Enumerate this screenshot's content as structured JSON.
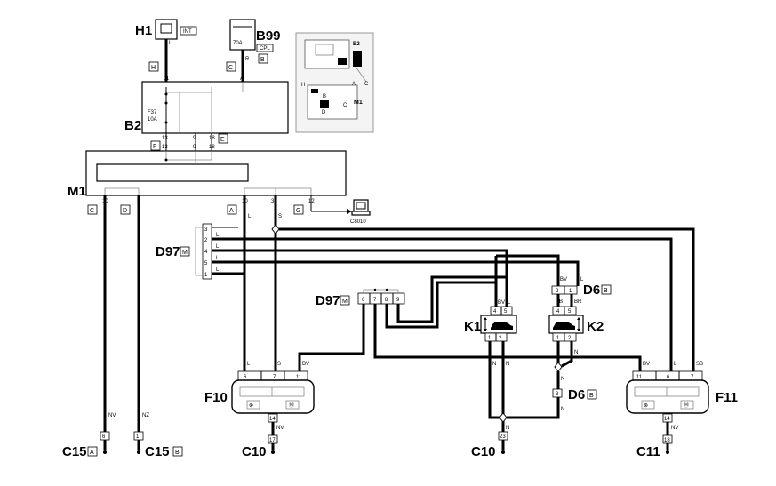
{
  "components": {
    "H1": {
      "label": "H1",
      "tag": "INT"
    },
    "B99": {
      "label": "B99",
      "fuse": "70A",
      "tag": "CPL",
      "conn": "B"
    },
    "B2": {
      "label": "B2",
      "fuse_id": "F37",
      "fuse_rating": "10A"
    },
    "M1": {
      "label": "M1",
      "diag_tool": "C8010"
    },
    "D97a": {
      "label": "D97",
      "conn": "M"
    },
    "D97b": {
      "label": "D97",
      "conn": "M"
    },
    "D6a": {
      "label": "D6",
      "conn": "B"
    },
    "D6b": {
      "label": "D6",
      "conn": "B"
    },
    "K1": {
      "label": "K1"
    },
    "K2": {
      "label": "K2"
    },
    "F10": {
      "label": "F10"
    },
    "F11": {
      "label": "F11"
    },
    "C15a": {
      "label": "C15",
      "conn": "A"
    },
    "C15b": {
      "label": "C15",
      "conn": "B"
    },
    "C10a": {
      "label": "C10"
    },
    "C10b": {
      "label": "C10"
    },
    "C11": {
      "label": "C11"
    }
  },
  "connectors": {
    "H": "H",
    "C": "C",
    "F": "F",
    "E": "E",
    "A": "A",
    "G": "G",
    "D": "D"
  },
  "pins": {
    "b2_top_left": "11",
    "b2_top_right": "A",
    "b2_bot": [
      "13",
      "9",
      "18"
    ],
    "m1_top": [
      "13",
      "9",
      "18"
    ],
    "m1_bot": [
      "10",
      "8",
      "10",
      "35",
      "12"
    ],
    "d97_side": [
      "3",
      "2",
      "4",
      "5",
      "1"
    ],
    "d97_top": [
      "6",
      "7",
      "8",
      "9"
    ],
    "k1_top": [
      "4",
      "5"
    ],
    "k1_bot": [
      "1",
      "2"
    ],
    "k2_top": [
      "4",
      "5"
    ],
    "k2_bot": [
      "1",
      "2"
    ],
    "d6_top": [
      "2",
      "1"
    ],
    "d6_bot": "3",
    "f10_top": [
      "6",
      "7",
      "11"
    ],
    "f10_bot": "14",
    "c10a_pin": "17",
    "f11_top": [
      "11",
      "6",
      "7"
    ],
    "f11_bot": "14",
    "c11_pin": "18",
    "c15a_pin": "6",
    "c15b_pin": "1",
    "c10b_pin": "23"
  },
  "wires": {
    "L": "L",
    "R": "R",
    "S": "S",
    "NV": "NV",
    "NZ": "NZ",
    "BV": "BV",
    "N": "N",
    "BR": "BR",
    "B": "B",
    "SB": "SB"
  },
  "inset": {
    "labels": [
      "B2",
      "H",
      "B",
      "A",
      "C",
      "M1",
      "D",
      "C"
    ]
  }
}
